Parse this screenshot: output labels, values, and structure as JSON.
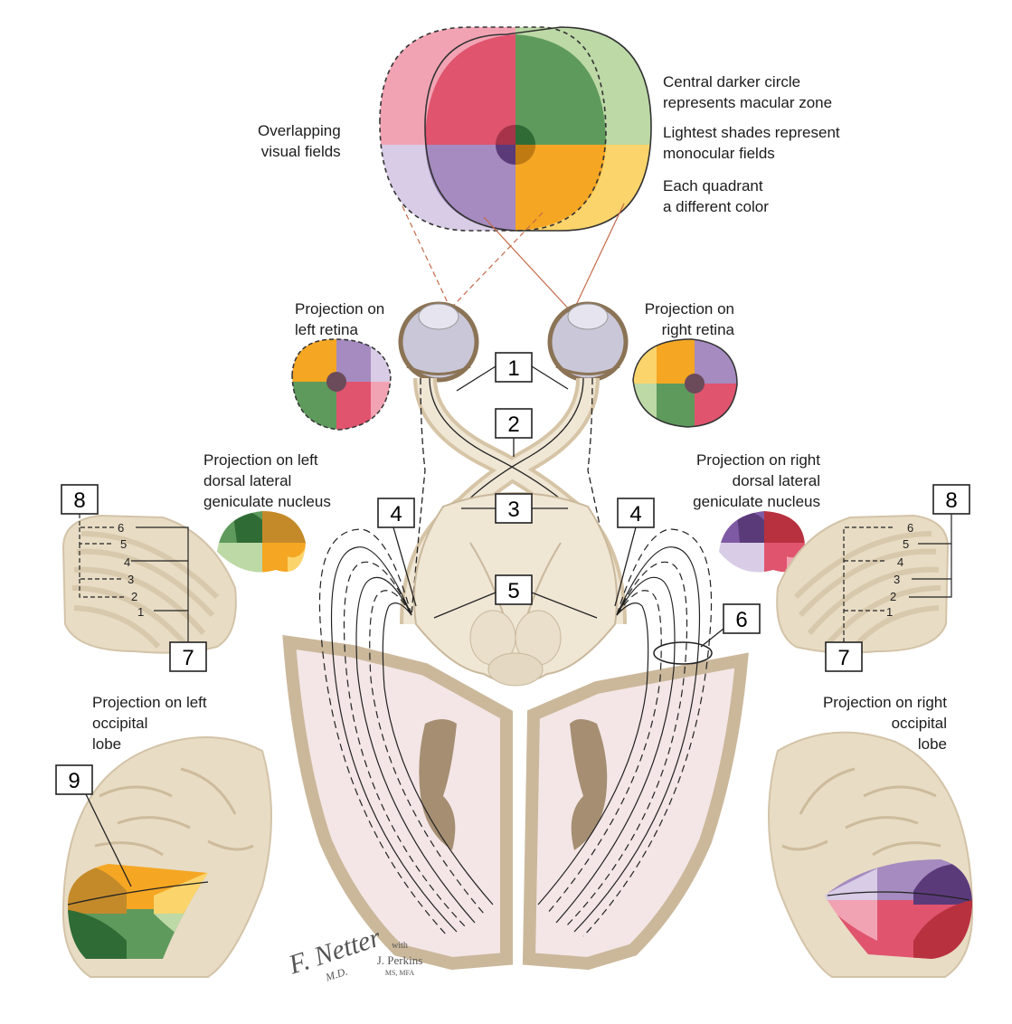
{
  "labels": {
    "overlapping": [
      "Overlapping",
      "visual fields"
    ],
    "macular": [
      "Central darker circle",
      "represents macular zone"
    ],
    "monocular": [
      "Lightest shades represent",
      "monocular fields"
    ],
    "quadrant": [
      "Each quadrant",
      "a different color"
    ],
    "left_retina": [
      "Projection on",
      "left retina"
    ],
    "right_retina": [
      "Projection on",
      "right retina"
    ],
    "left_lgn": [
      "Projection on left",
      "dorsal lateral",
      "geniculate nucleus"
    ],
    "right_lgn": [
      "Projection on right",
      "dorsal lateral",
      "geniculate nucleus"
    ],
    "left_occipital": [
      "Projection on left",
      "occipital",
      "lobe"
    ],
    "right_occipital": [
      "Projection on right",
      "occipital",
      "lobe"
    ]
  },
  "callouts": [
    "1",
    "2",
    "3",
    "4",
    "4",
    "5",
    "6",
    "7",
    "7",
    "8",
    "8",
    "9"
  ],
  "lgn_layers": [
    "6",
    "5",
    "4",
    "3",
    "2",
    "1"
  ],
  "signature": {
    "name": "F. Netter",
    "degree": "M.D.",
    "with": "with",
    "coauthor": "J. Perkins",
    "credentials": "MS, MFA"
  },
  "colors": {
    "left_upper_nasal": "#e0546e",
    "left_temporal_upper": "#f2a3b3",
    "right_upper": "#5e9a5c",
    "right_temporal_upper": "#bcd9a6",
    "left_lower": "#a58bc0",
    "left_temporal_lower": "#d8cce6",
    "right_lower": "#f5a623",
    "right_temporal_lower": "#fbd46b",
    "brain": "#e8dcc4",
    "cortex_rim": "#cbb89b",
    "white_matter": "#f4e6e6"
  }
}
